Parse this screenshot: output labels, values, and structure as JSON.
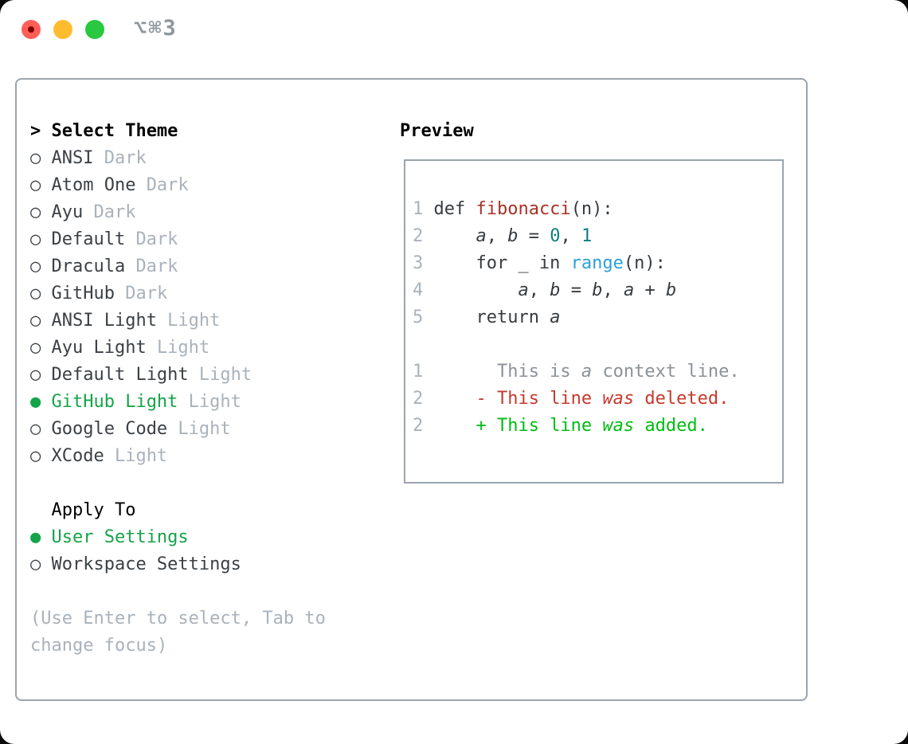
{
  "window": {
    "title_shortcut": "⌥⌘3"
  },
  "traffic_lights": {
    "close": "close-button",
    "minimize": "minimize-button",
    "zoom": "zoom-button"
  },
  "glyphs": {
    "radio_unselected": "○",
    "radio_selected": "●"
  },
  "theme_panel": {
    "prompt": ">",
    "title": "Select Theme",
    "themes": [
      {
        "name": "ANSI",
        "variant": "Dark",
        "selected": false
      },
      {
        "name": "Atom One",
        "variant": "Dark",
        "selected": false
      },
      {
        "name": "Ayu",
        "variant": "Dark",
        "selected": false
      },
      {
        "name": "Default",
        "variant": "Dark",
        "selected": false
      },
      {
        "name": "Dracula",
        "variant": "Dark",
        "selected": false
      },
      {
        "name": "GitHub",
        "variant": "Dark",
        "selected": false
      },
      {
        "name": "ANSI Light",
        "variant": "Light",
        "selected": false
      },
      {
        "name": "Ayu Light",
        "variant": "Light",
        "selected": false
      },
      {
        "name": "Default Light",
        "variant": "Light",
        "selected": false
      },
      {
        "name": "GitHub Light",
        "variant": "Light",
        "selected": true
      },
      {
        "name": "Google Code",
        "variant": "Light",
        "selected": false
      },
      {
        "name": "XCode",
        "variant": "Light",
        "selected": false
      }
    ],
    "apply_to": {
      "title": "Apply To",
      "options": [
        {
          "label": "User Settings",
          "selected": true
        },
        {
          "label": "Workspace Settings",
          "selected": false
        }
      ]
    },
    "hint_lines": [
      "(Use Enter to select, Tab to",
      "change focus)"
    ]
  },
  "preview": {
    "title": "Preview",
    "lines": [
      {
        "num": "1",
        "tokens": [
          {
            "t": "def ",
            "c": "code"
          },
          {
            "t": "fibonacci",
            "c": "func"
          },
          {
            "t": "(n):",
            "c": "code"
          }
        ]
      },
      {
        "num": "2",
        "tokens": [
          {
            "t": "    ",
            "c": "code"
          },
          {
            "t": "a",
            "c": "code",
            "i": true
          },
          {
            "t": ", ",
            "c": "code"
          },
          {
            "t": "b",
            "c": "code",
            "i": true
          },
          {
            "t": " = ",
            "c": "code"
          },
          {
            "t": "0",
            "c": "num"
          },
          {
            "t": ", ",
            "c": "code"
          },
          {
            "t": "1",
            "c": "num"
          }
        ]
      },
      {
        "num": "3",
        "tokens": [
          {
            "t": "    for _ in ",
            "c": "code"
          },
          {
            "t": "range",
            "c": "blue"
          },
          {
            "t": "(n):",
            "c": "code"
          }
        ]
      },
      {
        "num": "4",
        "tokens": [
          {
            "t": "        ",
            "c": "code"
          },
          {
            "t": "a",
            "c": "code",
            "i": true
          },
          {
            "t": ", ",
            "c": "code"
          },
          {
            "t": "b",
            "c": "code",
            "i": true
          },
          {
            "t": " = ",
            "c": "code"
          },
          {
            "t": "b",
            "c": "code",
            "i": true
          },
          {
            "t": ", ",
            "c": "code"
          },
          {
            "t": "a",
            "c": "code",
            "i": true
          },
          {
            "t": " + ",
            "c": "code"
          },
          {
            "t": "b",
            "c": "code",
            "i": true
          }
        ]
      },
      {
        "num": "5",
        "tokens": [
          {
            "t": "    return ",
            "c": "code"
          },
          {
            "t": "a",
            "c": "code",
            "i": true
          }
        ]
      },
      {
        "num": "",
        "tokens": []
      },
      {
        "num": "1",
        "tokens": [
          {
            "t": "      This is ",
            "c": "ctx"
          },
          {
            "t": "a",
            "c": "ctx",
            "i": true
          },
          {
            "t": " context line.",
            "c": "ctx"
          }
        ]
      },
      {
        "num": "2",
        "tokens": [
          {
            "t": "    - This line ",
            "c": "del"
          },
          {
            "t": "was",
            "c": "del",
            "i": true
          },
          {
            "t": " deleted.",
            "c": "del"
          }
        ]
      },
      {
        "num": "2",
        "tokens": [
          {
            "t": "    + This line ",
            "c": "add"
          },
          {
            "t": "was",
            "c": "add",
            "i": true
          },
          {
            "t": " added.",
            "c": "add"
          }
        ]
      }
    ]
  },
  "colors": {
    "window_bg": "#ffffff",
    "panel_bg": "#ffffff",
    "border": "#9ba4ae",
    "header": "#000000",
    "ink": "#3b4045",
    "muted": "#a9b2bc",
    "selected_green": "#16a34a",
    "code": "#363b40",
    "func_red": "#a93226",
    "num_teal": "#0d7e87",
    "builtin_blue": "#2e9fd8",
    "diff_context": "#8b9199",
    "diff_deleted": "#c43a2d",
    "diff_added": "#00bd13",
    "tl_red": "#ff5f57",
    "tl_red_dot": "#820005",
    "tl_yellow": "#febc2e",
    "tl_green": "#28c840",
    "title_gray": "#8f979e"
  }
}
